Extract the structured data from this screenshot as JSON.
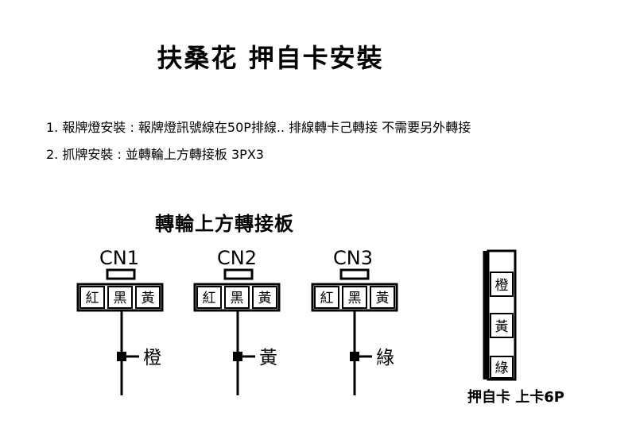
{
  "title": "扶桑花 押自卡安裝",
  "notes": [
    "1. 報牌燈安裝 : 報牌燈訊號線在50P排線.. 排線轉卡己轉接 不需要另外轉接",
    "2. 抓牌安裝 : 並轉輪上方轉接板 3PX3"
  ],
  "board_title": "轉輪上方轉接板",
  "connectors": [
    {
      "label": "CN1",
      "pins": [
        "紅",
        "黑",
        "黃"
      ],
      "wire_label": "橙"
    },
    {
      "label": "CN2",
      "pins": [
        "紅",
        "黑",
        "黃"
      ],
      "wire_label": "黃"
    },
    {
      "label": "CN3",
      "pins": [
        "紅",
        "黑",
        "黃"
      ],
      "wire_label": "綠"
    }
  ],
  "card_connector": {
    "pins": [
      "橙",
      "黃",
      "綠"
    ],
    "caption": "押自卡 上卡6P"
  }
}
